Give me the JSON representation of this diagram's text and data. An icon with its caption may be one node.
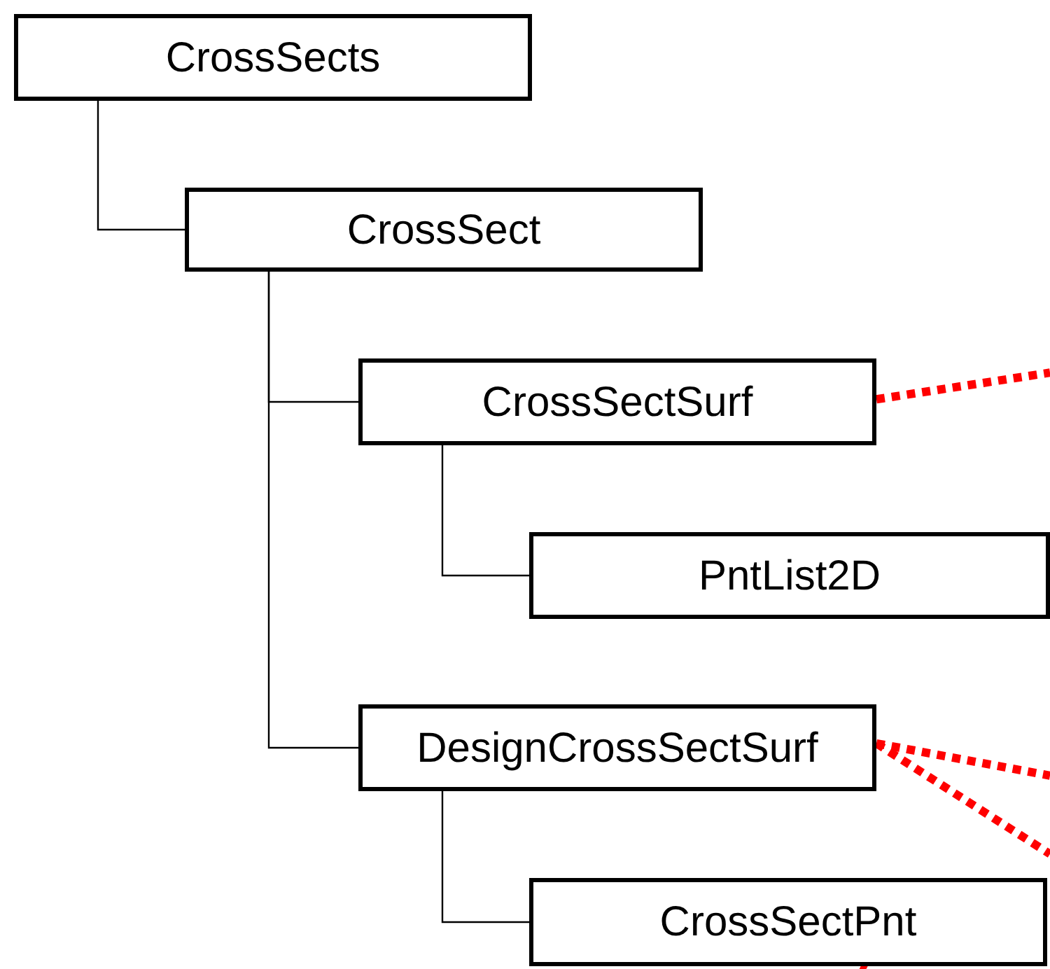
{
  "diagram": {
    "nodes": [
      {
        "text": [
          "CrossSects"
        ]
      },
      {
        "text": [
          "CrossSect"
        ]
      },
      {
        "text": [
          "CrossSectSurf"
        ]
      },
      {
        "text": [
          "PntList2D"
        ]
      },
      {
        "text": [
          "DesignCrossSectSurf"
        ]
      },
      {
        "text": [
          "CrossSectPnt"
        ]
      }
    ],
    "edges": [
      {
        "from": 0,
        "to": 1,
        "arrow": "none"
      },
      {
        "from": 1,
        "to": 2,
        "arrow": "none"
      },
      {
        "from": 2,
        "to": 3,
        "arrow": "none"
      },
      {
        "from": 1,
        "to": 4,
        "arrow": "none"
      },
      {
        "from": 4,
        "to": 5,
        "arrow": "none"
      },
      {
        "from": 2,
        "to": null,
        "arrow": "none",
        "style": "dashed",
        "color": "#ff0000"
      },
      {
        "from": 4,
        "to": null,
        "arrow": "none",
        "style": "dashed",
        "color": "#ff0000"
      },
      {
        "from": 4,
        "to": null,
        "arrow": "none",
        "style": "dashed",
        "color": "#ff0000"
      },
      {
        "from": 5,
        "to": null,
        "arrow": "none",
        "style": "dashed",
        "color": "#ff0000"
      }
    ]
  }
}
